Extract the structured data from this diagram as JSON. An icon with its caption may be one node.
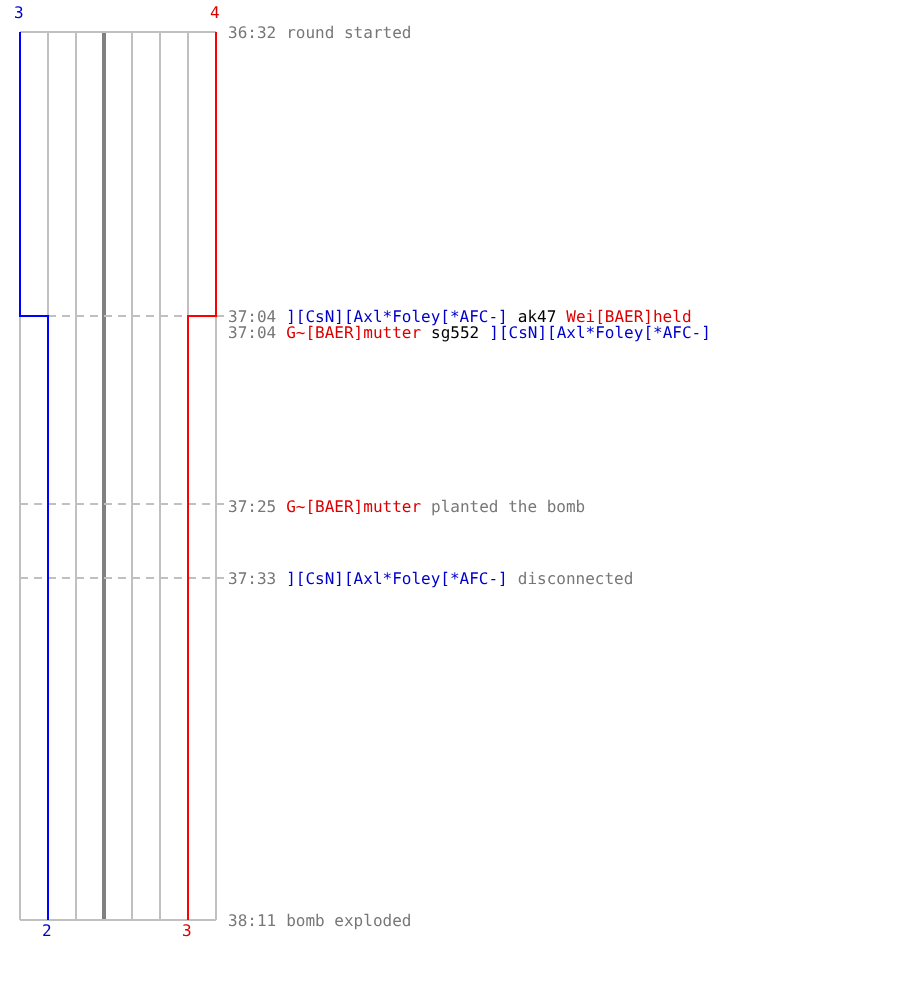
{
  "diagram": {
    "labels": [
      "3",
      "4",
      "36:32",
      "round started",
      "37:04",
      "][CsN][Axl*Foley[*AFC-]",
      "ak47",
      "Wei[BAER]held",
      "37:04",
      "G~[BAER]mutter",
      "sg552",
      "][CsN][Axl*Foley[*AFC-]",
      "37:25",
      "G~[BAER]mutter",
      "planted the bomb",
      "37:33",
      "][CsN][Axl*Foley[*AFC-]",
      "disconnected",
      "2",
      "3",
      "38:11",
      "bomb exploded"
    ]
  }
}
